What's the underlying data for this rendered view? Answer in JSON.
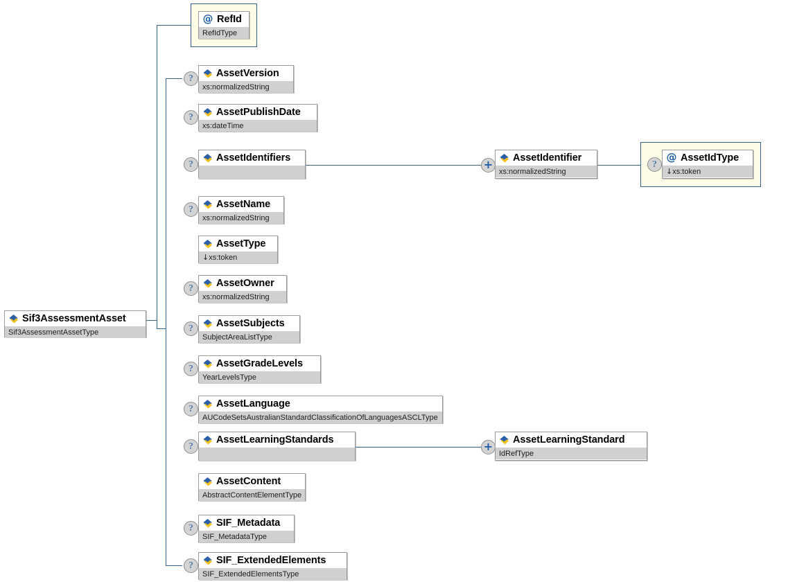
{
  "diagram": {
    "title": "Sif3AssessmentAsset XML Schema element tree",
    "colors": {
      "connector": "#31618c",
      "node_border": "#9a9a9a",
      "type_row_bg": "#d0d0d0",
      "attribute_frame_bg": "#fdfde7",
      "attribute_frame_border": "#31618c",
      "marker_bg": "#d4d4d4",
      "element_icon_blue": "#2b5fa8",
      "element_icon_yellow": "#f2c11c"
    },
    "markers": {
      "optional": "?",
      "expand": "+",
      "restriction_arrow": "↓"
    },
    "root": {
      "name": "Sif3AssessmentAsset",
      "type": "Sif3AssessmentAssetType",
      "icon": "element-icon",
      "optional": false
    },
    "nodes": [
      {
        "name": "RefId",
        "type": "RefIdType",
        "icon": "attribute-icon",
        "kind": "attribute",
        "optional": false,
        "framed": true,
        "restriction": false
      },
      {
        "name": "AssetVersion",
        "type": "xs:normalizedString",
        "icon": "element-icon",
        "kind": "element",
        "optional": true,
        "framed": false,
        "restriction": false
      },
      {
        "name": "AssetPublishDate",
        "type": "xs:dateTime",
        "icon": "element-icon",
        "kind": "element",
        "optional": true,
        "framed": false,
        "restriction": false
      },
      {
        "name": "AssetIdentifiers",
        "type": "",
        "icon": "element-icon",
        "kind": "element",
        "optional": true,
        "framed": false,
        "restriction": false
      },
      {
        "name": "AssetName",
        "type": "xs:normalizedString",
        "icon": "element-icon",
        "kind": "element",
        "optional": true,
        "framed": false,
        "restriction": false
      },
      {
        "name": "AssetType",
        "type": "xs:token",
        "icon": "element-icon",
        "kind": "element",
        "optional": false,
        "framed": false,
        "restriction": true
      },
      {
        "name": "AssetOwner",
        "type": "xs:normalizedString",
        "icon": "element-icon",
        "kind": "element",
        "optional": true,
        "framed": false,
        "restriction": false
      },
      {
        "name": "AssetSubjects",
        "type": "SubjectAreaListType",
        "icon": "element-icon",
        "kind": "element",
        "optional": true,
        "framed": false,
        "restriction": false
      },
      {
        "name": "AssetGradeLevels",
        "type": "YearLevelsType",
        "icon": "element-icon",
        "kind": "element",
        "optional": true,
        "framed": false,
        "restriction": false
      },
      {
        "name": "AssetLanguage",
        "type": "AUCodeSetsAustralianStandardClassificationOfLanguagesASCLType",
        "icon": "element-icon",
        "kind": "element",
        "optional": true,
        "framed": false,
        "restriction": false
      },
      {
        "name": "AssetLearningStandards",
        "type": "",
        "icon": "element-icon",
        "kind": "element",
        "optional": true,
        "framed": false,
        "restriction": false
      },
      {
        "name": "AssetContent",
        "type": "AbstractContentElementType",
        "icon": "element-icon",
        "kind": "element",
        "optional": false,
        "framed": false,
        "restriction": false
      },
      {
        "name": "SIF_Metadata",
        "type": "SIF_MetadataType",
        "icon": "element-icon",
        "kind": "element",
        "optional": true,
        "framed": false,
        "restriction": false
      },
      {
        "name": "SIF_ExtendedElements",
        "type": "SIF_ExtendedElementsType",
        "icon": "element-icon",
        "kind": "element",
        "optional": true,
        "framed": false,
        "restriction": false
      }
    ],
    "children": [
      {
        "name": "AssetIdentifier",
        "type": "xs:normalizedString",
        "icon": "element-icon",
        "kind": "element",
        "expandable": true,
        "parent": "AssetIdentifiers"
      },
      {
        "name": "AssetIdType",
        "type": "xs:token",
        "icon": "attribute-icon",
        "kind": "attribute",
        "optional": true,
        "framed": true,
        "restriction": true,
        "parent": "AssetIdentifier"
      },
      {
        "name": "AssetLearningStandard",
        "type": "IdRefType",
        "icon": "element-icon",
        "kind": "element",
        "expandable": true,
        "parent": "AssetLearningStandards"
      }
    ]
  }
}
